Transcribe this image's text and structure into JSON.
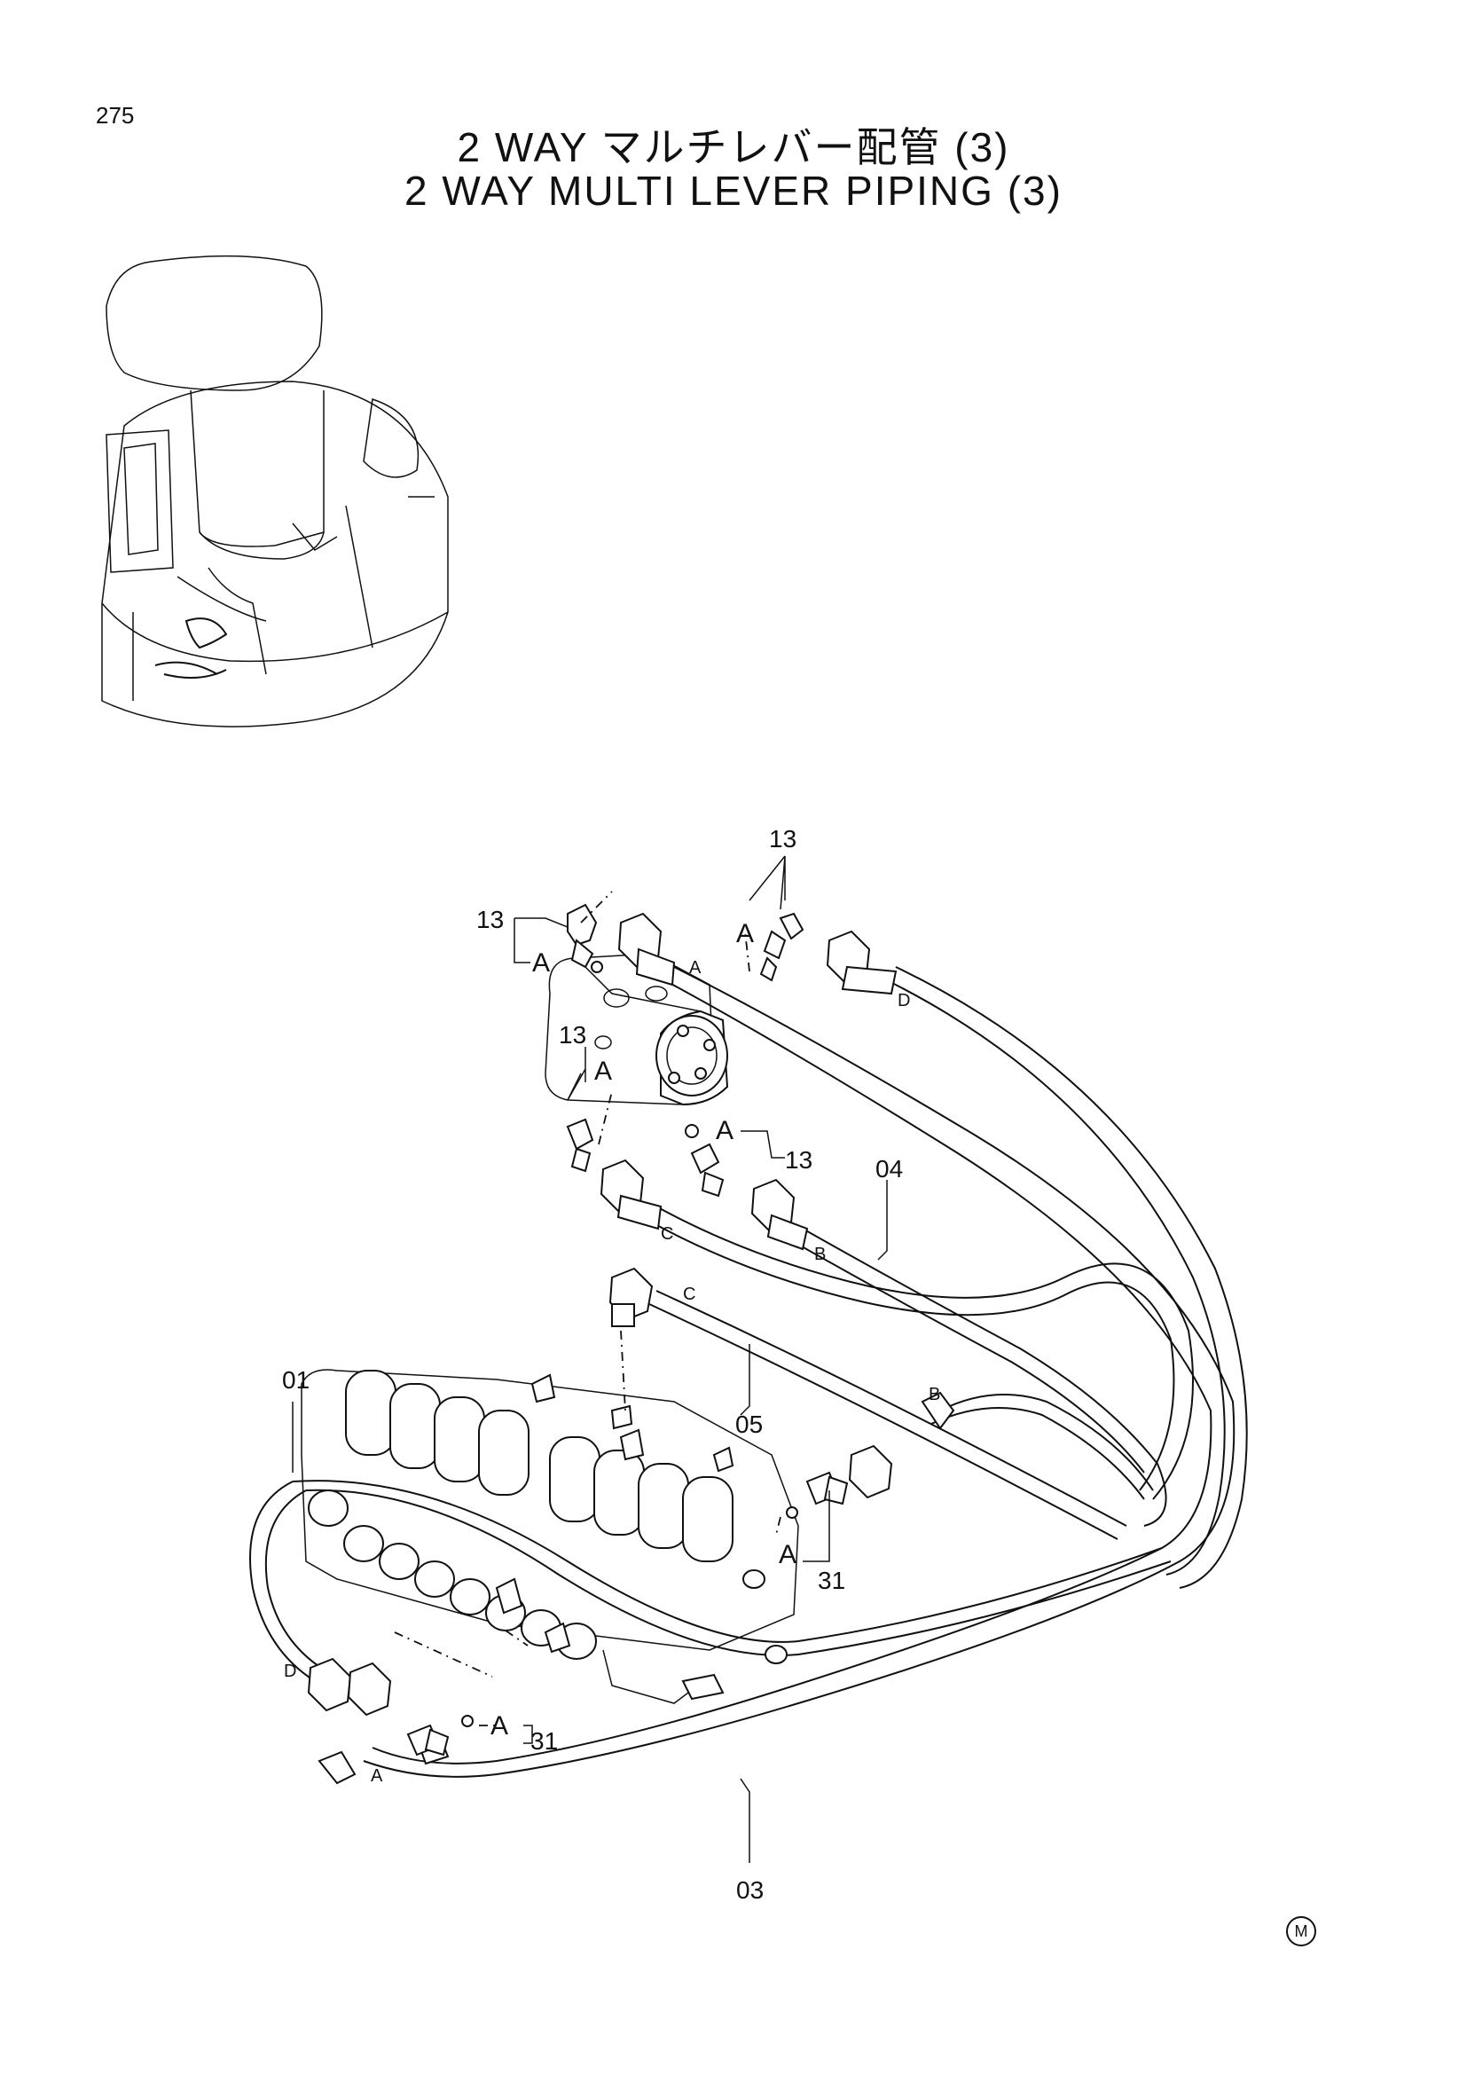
{
  "page_number": "275",
  "title": {
    "japanese": "2 WAY マルチレバー配管 (3)",
    "english": "2 WAY MULTI LEVER PIPING (3)"
  },
  "callouts": {
    "part_13_top": "13",
    "part_13_left": "13",
    "part_13_mid": "13",
    "part_13_right": "13",
    "part_04": "04",
    "part_05": "05",
    "part_01": "01",
    "part_31_right": "31",
    "part_31_bottom": "31",
    "part_03": "03"
  },
  "ref_letters": {
    "a1": "A",
    "a2": "A",
    "a3": "A",
    "a4": "A",
    "a5": "A",
    "a6": "A",
    "hose_a_top": "A",
    "hose_a_bottom": "A",
    "hose_b_top": "B",
    "hose_b_right": "B",
    "hose_c_top": "C",
    "hose_c_mid": "C",
    "hose_d_top": "D",
    "hose_d_left": "D"
  },
  "mark": "M"
}
